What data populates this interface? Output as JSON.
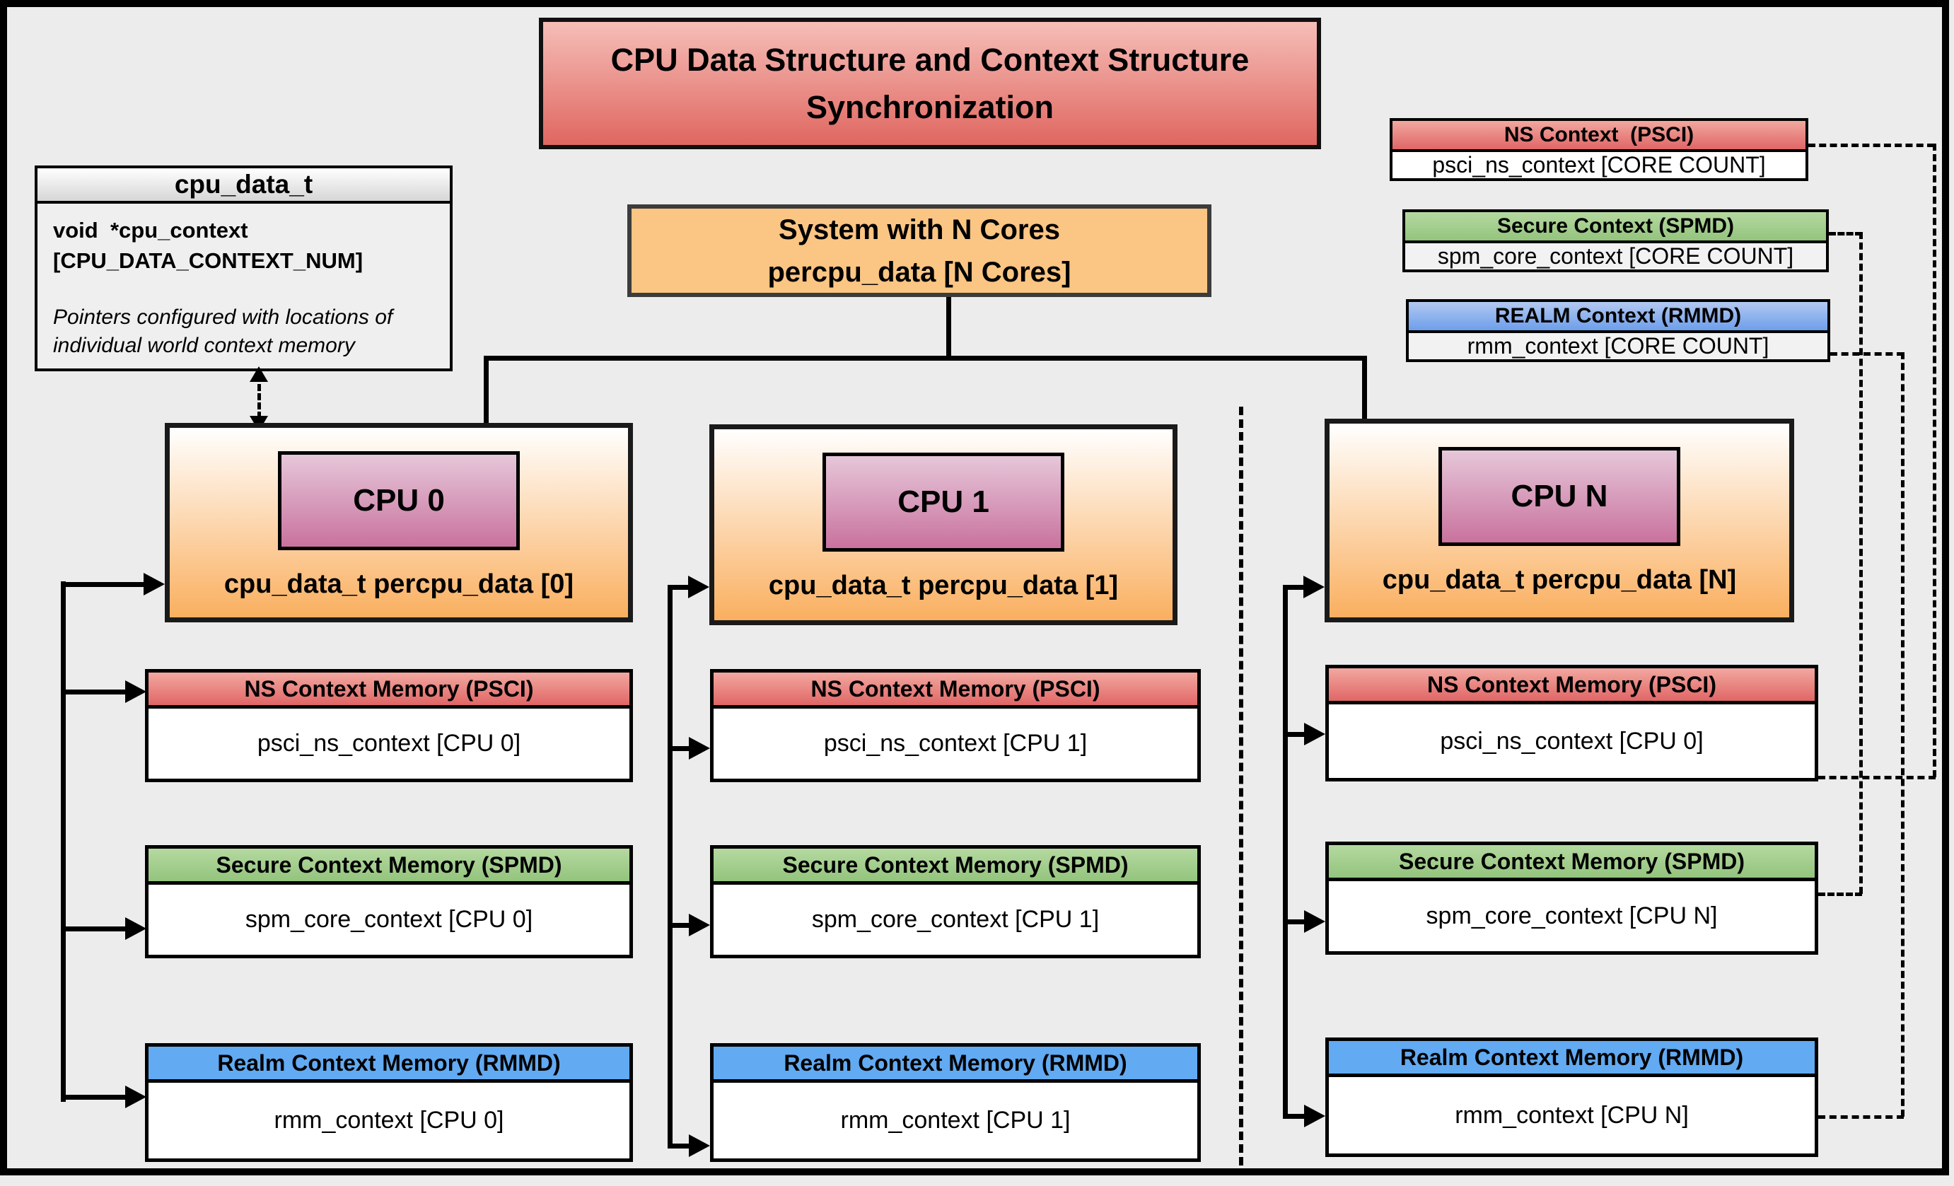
{
  "title": "CPU Data Structure and Context Structure Synchronization",
  "cpu_data_struct": {
    "header": "cpu_data_t",
    "field": "void  *cpu_context [CPU_DATA_CONTEXT_NUM]",
    "note": "Pointers configured with locations of individual world context memory"
  },
  "system": {
    "line1": "System with N Cores",
    "line2": "percpu_data [N Cores]"
  },
  "legend": {
    "ns": {
      "header": "NS Context  (PSCI)",
      "body": "psci_ns_context [CORE COUNT]"
    },
    "secure": {
      "header": "Secure Context (SPMD)",
      "body": "spm_core_context [CORE COUNT]"
    },
    "realm": {
      "header": "REALM Context (RMMD)",
      "body": "rmm_context [CORE COUNT]"
    }
  },
  "columns": [
    {
      "cpu_label": "CPU 0",
      "percpu_label": "cpu_data_t percpu_data [0]",
      "ns": {
        "header": "NS Context Memory (PSCI)",
        "body": "psci_ns_context [CPU 0]"
      },
      "secure": {
        "header": "Secure Context Memory (SPMD)",
        "body": "spm_core_context [CPU 0]"
      },
      "realm": {
        "header": "Realm Context Memory (RMMD)",
        "body": "rmm_context [CPU 0]"
      }
    },
    {
      "cpu_label": "CPU 1",
      "percpu_label": "cpu_data_t percpu_data [1]",
      "ns": {
        "header": "NS Context Memory (PSCI)",
        "body": "psci_ns_context [CPU 1]"
      },
      "secure": {
        "header": "Secure Context Memory (SPMD)",
        "body": "spm_core_context [CPU 1]"
      },
      "realm": {
        "header": "Realm Context Memory (RMMD)",
        "body": "rmm_context [CPU 1]"
      }
    },
    {
      "cpu_label": "CPU N",
      "percpu_label": "cpu_data_t percpu_data [N]",
      "ns": {
        "header": "NS Context Memory (PSCI)",
        "body": "psci_ns_context [CPU 0]"
      },
      "secure": {
        "header": "Secure Context Memory (SPMD)",
        "body": "spm_core_context [CPU N]"
      },
      "realm": {
        "header": "Realm Context Memory (RMMD)",
        "body": "rmm_context [CPU N]"
      }
    }
  ],
  "colors": {
    "page_bg": "#ececec",
    "title_grad_top": "#f6beb8",
    "title_grad_bottom": "#e06660",
    "red_grad_top": "#f2a8a0",
    "red_grad_bottom": "#e06666",
    "green_grad_top": "#b5d9a0",
    "green_grad_bottom": "#93c47d",
    "blue_flat": "#62aaf2",
    "blue_grad_top": "#b3c9f0",
    "blue_grad_bottom": "#6d9eeb",
    "orange_flat": "#fbc583",
    "cpu_box_grad_top": "#ffffff",
    "cpu_box_grad_bottom": "#faaf5f",
    "cpu_label_grad_top": "#e6c7d9",
    "cpu_label_grad_bottom": "#c9729e",
    "gray_grad_top": "#ffffff",
    "gray_grad_bottom": "#d6d6d6"
  }
}
